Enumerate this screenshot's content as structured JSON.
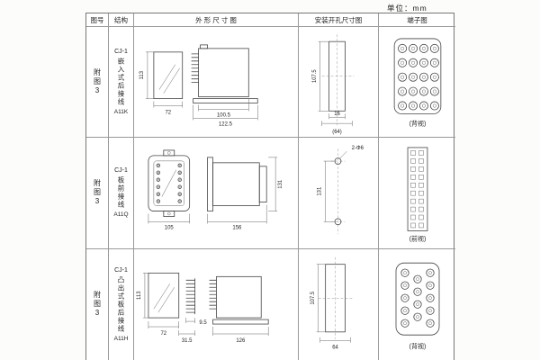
{
  "page": {
    "unit": "单位：mm"
  },
  "headers": {
    "fig": "图号",
    "struct": "结构",
    "outline": "外 形 尺 寸 图",
    "mount": "安装开孔尺寸图",
    "terminal": "端子图"
  },
  "rows": [
    {
      "fig": "附图3",
      "model": "CJ-1",
      "struct": "嵌入式后接线",
      "code": "A11K",
      "outline": {
        "h": "113",
        "w": "72",
        "d1": "100.5",
        "d2": "122.5"
      },
      "mount": {
        "h": "107.5",
        "w": "16",
        "w2": "(64)"
      },
      "terminal": {
        "caption": "(背视)"
      }
    },
    {
      "fig": "附图3",
      "model": "CJ-1",
      "struct": "板前接线",
      "code": "A11Q",
      "outline": {
        "w": "105",
        "d1": "156",
        "h": "131"
      },
      "mount": {
        "h": "131",
        "hole": "2-Φ6"
      },
      "terminal": {
        "caption": "(前视)"
      }
    },
    {
      "fig": "附图3",
      "model": "CJ-1",
      "struct": "凸出式板后接线",
      "code": "A11H",
      "outline": {
        "h": "113",
        "w": "72",
        "p": "9.5",
        "d2": "31.5",
        "d1": "126"
      },
      "mount": {
        "h": "107.5",
        "w": "64"
      },
      "terminal": {
        "caption": "(背视)"
      }
    }
  ]
}
